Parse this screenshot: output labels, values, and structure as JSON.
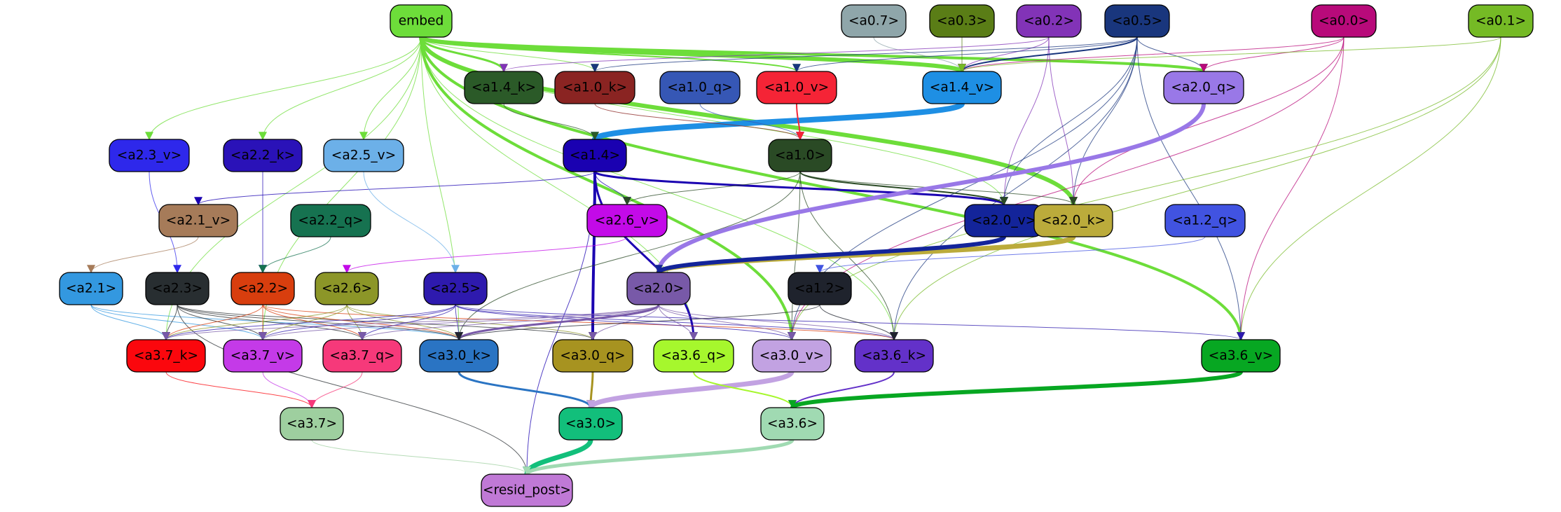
{
  "graph": {
    "nodes": [
      {
        "id": "embed",
        "label": "embed",
        "fill": "#6ddd3a",
        "text": "#000000"
      },
      {
        "id": "a0.7",
        "label": "<a0.7>",
        "fill": "#8fa6aa",
        "text": "#000000"
      },
      {
        "id": "a0.3",
        "label": "<a0.3>",
        "fill": "#5a7d16",
        "text": "#000000"
      },
      {
        "id": "a0.2",
        "label": "<a0.2>",
        "fill": "#8233b7",
        "text": "#000000"
      },
      {
        "id": "a0.5",
        "label": "<a0.5>",
        "fill": "#19367d",
        "text": "#000000"
      },
      {
        "id": "a0.0",
        "label": "<a0.0>",
        "fill": "#b80a7a",
        "text": "#000000"
      },
      {
        "id": "a0.1",
        "label": "<a0.1>",
        "fill": "#75ba25",
        "text": "#000000"
      },
      {
        "id": "a1.4_k",
        "label": "<a1.4_k>",
        "fill": "#2b5a28",
        "text": "#000000"
      },
      {
        "id": "a1.0_k",
        "label": "<a1.0_k>",
        "fill": "#8a2422",
        "text": "#000000"
      },
      {
        "id": "a1.0_q",
        "label": "<a1.0_q>",
        "fill": "#3657b5",
        "text": "#000000"
      },
      {
        "id": "a1.0_v",
        "label": "<a1.0_v>",
        "fill": "#f52436",
        "text": "#000000"
      },
      {
        "id": "a1.4_v",
        "label": "<a1.4_v>",
        "fill": "#1e8fe4",
        "text": "#000000"
      },
      {
        "id": "a2.0_q",
        "label": "<a2.0_q>",
        "fill": "#9978e7",
        "text": "#000000"
      },
      {
        "id": "a2.3_v",
        "label": "<a2.3_v>",
        "fill": "#2e28eb",
        "text": "#000000"
      },
      {
        "id": "a2.2_k",
        "label": "<a2.2_k>",
        "fill": "#2a12b8",
        "text": "#000000"
      },
      {
        "id": "a2.5_v",
        "label": "<a2.5_v>",
        "fill": "#6cb0e8",
        "text": "#000000"
      },
      {
        "id": "a1.4",
        "label": "<a1.4>",
        "fill": "#1a01b1",
        "text": "#000000"
      },
      {
        "id": "a1.0",
        "label": "<a1.0>",
        "fill": "#2a4a25",
        "text": "#000000"
      },
      {
        "id": "a2.1_v",
        "label": "<a2.1_v>",
        "fill": "#a67b59",
        "text": "#000000"
      },
      {
        "id": "a2.2_q",
        "label": "<a2.2_q>",
        "fill": "#167250",
        "text": "#000000"
      },
      {
        "id": "a2.6_v",
        "label": "<a2.6_v>",
        "fill": "#c30ae8",
        "text": "#000000"
      },
      {
        "id": "a2.0_v",
        "label": "<a2.0_v>",
        "fill": "#13249a",
        "text": "#000000"
      },
      {
        "id": "a2.0_k",
        "label": "<a2.0_k>",
        "fill": "#bbab3b",
        "text": "#000000"
      },
      {
        "id": "a1.2_q",
        "label": "<a1.2_q>",
        "fill": "#4153e1",
        "text": "#000000"
      },
      {
        "id": "a2.1",
        "label": "<a2.1>",
        "fill": "#3398e0",
        "text": "#000000"
      },
      {
        "id": "a2.3",
        "label": "<a2.3>",
        "fill": "#282e31",
        "text": "#000000"
      },
      {
        "id": "a2.2",
        "label": "<a2.2>",
        "fill": "#d83e0e",
        "text": "#000000"
      },
      {
        "id": "a2.6",
        "label": "<a2.6>",
        "fill": "#8c9628",
        "text": "#000000"
      },
      {
        "id": "a2.5",
        "label": "<a2.5>",
        "fill": "#2e1aae",
        "text": "#000000"
      },
      {
        "id": "a2.0",
        "label": "<a2.0>",
        "fill": "#7859a8",
        "text": "#000000"
      },
      {
        "id": "a1.2",
        "label": "<a1.2>",
        "fill": "#1f232d",
        "text": "#000000"
      },
      {
        "id": "a3.7_k",
        "label": "<a3.7_k>",
        "fill": "#fb070d",
        "text": "#000000"
      },
      {
        "id": "a3.7_v",
        "label": "<a3.7_v>",
        "fill": "#c43ae8",
        "text": "#000000"
      },
      {
        "id": "a3.7_q",
        "label": "<a3.7_q>",
        "fill": "#f6397a",
        "text": "#000000"
      },
      {
        "id": "a3.0_k",
        "label": "<a3.0_k>",
        "fill": "#2a74c3",
        "text": "#000000"
      },
      {
        "id": "a3.0_q",
        "label": "<a3.0_q>",
        "fill": "#a79320",
        "text": "#000000"
      },
      {
        "id": "a3.6_q",
        "label": "<a3.6_q>",
        "fill": "#a6f72d",
        "text": "#000000"
      },
      {
        "id": "a3.0_v",
        "label": "<a3.0_v>",
        "fill": "#c2a2e2",
        "text": "#000000"
      },
      {
        "id": "a3.6_k",
        "label": "<a3.6_k>",
        "fill": "#6331c9",
        "text": "#000000"
      },
      {
        "id": "a3.6_v",
        "label": "<a3.6_v>",
        "fill": "#07a722",
        "text": "#000000"
      },
      {
        "id": "a3.7",
        "label": "<a3.7>",
        "fill": "#9ecf9f",
        "text": "#000000"
      },
      {
        "id": "a3.0",
        "label": "<a3.0>",
        "fill": "#12bf7b",
        "text": "#000000"
      },
      {
        "id": "a3.6",
        "label": "<a3.6>",
        "fill": "#a0dab2",
        "text": "#000000"
      },
      {
        "id": "resid_post",
        "label": "<resid_post>",
        "fill": "#c079d6",
        "text": "#000000"
      }
    ],
    "edges": [
      {
        "from": "embed",
        "to": "a1.4_v",
        "color": "#6ddd3a",
        "weight": 6
      },
      {
        "from": "embed",
        "to": "a2.0_k",
        "color": "#6ddd3a",
        "weight": 6
      },
      {
        "from": "embed",
        "to": "a2.0_q",
        "color": "#6ddd3a",
        "weight": 4
      },
      {
        "from": "embed",
        "to": "a3.6_v",
        "color": "#6ddd3a",
        "weight": 4
      },
      {
        "from": "embed",
        "to": "a3.0_v",
        "color": "#6ddd3a",
        "weight": 4
      },
      {
        "from": "embed",
        "to": "a1.4_k",
        "color": "#6ddd3a",
        "weight": 3
      },
      {
        "from": "embed",
        "to": "a1.0_v",
        "color": "#6ddd3a",
        "weight": 2
      },
      {
        "from": "embed",
        "to": "a1.0_k",
        "color": "#6ddd3a",
        "weight": 1
      },
      {
        "from": "embed",
        "to": "a2.3_v",
        "color": "#6ddd3a",
        "weight": 1
      },
      {
        "from": "embed",
        "to": "a2.2_k",
        "color": "#6ddd3a",
        "weight": 1
      },
      {
        "from": "embed",
        "to": "a2.5_v",
        "color": "#6ddd3a",
        "weight": 1
      },
      {
        "from": "embed",
        "to": "a2.0_v",
        "color": "#6ddd3a",
        "weight": 1
      },
      {
        "from": "embed",
        "to": "a3.6_k",
        "color": "#6ddd3a",
        "weight": 1
      },
      {
        "from": "embed",
        "to": "a3.0_k",
        "color": "#6ddd3a",
        "weight": 1
      },
      {
        "from": "embed",
        "to": "a3.7_k",
        "color": "#6ddd3a",
        "weight": 1
      },
      {
        "from": "embed",
        "to": "a3.7_v",
        "color": "#6ddd3a",
        "weight": 1
      },
      {
        "from": "embed",
        "to": "a3.6_q",
        "color": "#6ddd3a",
        "weight": 1
      },
      {
        "from": "a0.7",
        "to": "a1.4_v",
        "color": "#8fa6aa",
        "weight": 1
      },
      {
        "from": "a0.3",
        "to": "a1.4_v",
        "color": "#5a7d16",
        "weight": 1
      },
      {
        "from": "a0.2",
        "to": "a1.4_v",
        "color": "#8233b7",
        "weight": 1
      },
      {
        "from": "a0.2",
        "to": "a1.4_k",
        "color": "#8233b7",
        "weight": 1
      },
      {
        "from": "a0.2",
        "to": "a2.0_v",
        "color": "#8233b7",
        "weight": 1
      },
      {
        "from": "a0.2",
        "to": "a2.0_k",
        "color": "#8233b7",
        "weight": 1
      },
      {
        "from": "a0.5",
        "to": "a1.4_v",
        "color": "#19367d",
        "weight": 2
      },
      {
        "from": "a0.5",
        "to": "a1.0_v",
        "color": "#19367d",
        "weight": 1
      },
      {
        "from": "a0.5",
        "to": "a1.0_k",
        "color": "#19367d",
        "weight": 1
      },
      {
        "from": "a0.5",
        "to": "a2.0_q",
        "color": "#19367d",
        "weight": 1
      },
      {
        "from": "a0.5",
        "to": "a2.0_v",
        "color": "#19367d",
        "weight": 1
      },
      {
        "from": "a0.5",
        "to": "a2.0_k",
        "color": "#19367d",
        "weight": 1
      },
      {
        "from": "a0.5",
        "to": "a3.6_v",
        "color": "#19367d",
        "weight": 1
      },
      {
        "from": "a0.5",
        "to": "a3.6_k",
        "color": "#19367d",
        "weight": 1
      },
      {
        "from": "a0.5",
        "to": "a3.0_v",
        "color": "#19367d",
        "weight": 1
      },
      {
        "from": "a0.0",
        "to": "a1.4_v",
        "color": "#b80a7a",
        "weight": 1
      },
      {
        "from": "a0.0",
        "to": "a2.0_q",
        "color": "#b80a7a",
        "weight": 1
      },
      {
        "from": "a0.0",
        "to": "a2.0_k",
        "color": "#b80a7a",
        "weight": 1
      },
      {
        "from": "a0.0",
        "to": "a3.6_v",
        "color": "#b80a7a",
        "weight": 1
      },
      {
        "from": "a0.0",
        "to": "a3.0_v",
        "color": "#b80a7a",
        "weight": 1
      },
      {
        "from": "a0.1",
        "to": "a1.4_v",
        "color": "#75ba25",
        "weight": 1
      },
      {
        "from": "a0.1",
        "to": "a3.6_v",
        "color": "#75ba25",
        "weight": 1
      },
      {
        "from": "a0.1",
        "to": "a3.6_k",
        "color": "#75ba25",
        "weight": 1
      },
      {
        "from": "a0.1",
        "to": "a3.0_v",
        "color": "#75ba25",
        "weight": 1
      },
      {
        "from": "a1.4_v",
        "to": "a1.4",
        "color": "#1e8fe4",
        "weight": 8
      },
      {
        "from": "a1.4_k",
        "to": "a1.4",
        "color": "#2b5a28",
        "weight": 1
      },
      {
        "from": "a1.0_k",
        "to": "a1.0",
        "color": "#8a2422",
        "weight": 1
      },
      {
        "from": "a1.0_q",
        "to": "a1.0",
        "color": "#3657b5",
        "weight": 1
      },
      {
        "from": "a1.0_v",
        "to": "a1.0",
        "color": "#f52436",
        "weight": 2
      },
      {
        "from": "a1.4",
        "to": "a2.0_v",
        "color": "#1a01b1",
        "weight": 3
      },
      {
        "from": "a1.4",
        "to": "a3.0_q",
        "color": "#1a01b1",
        "weight": 4
      },
      {
        "from": "a1.4",
        "to": "a3.6_q",
        "color": "#1a01b1",
        "weight": 3
      },
      {
        "from": "a1.4",
        "to": "a2.6_v",
        "color": "#1a01b1",
        "weight": 1
      },
      {
        "from": "a1.4",
        "to": "a2.1_v",
        "color": "#1a01b1",
        "weight": 1
      },
      {
        "from": "a1.4",
        "to": "resid_post",
        "color": "#1a01b1",
        "weight": 1
      },
      {
        "from": "a1.0",
        "to": "a2.0_v",
        "color": "#2a4a25",
        "weight": 2
      },
      {
        "from": "a1.0",
        "to": "a2.0_k",
        "color": "#2a4a25",
        "weight": 1
      },
      {
        "from": "a1.0",
        "to": "a2.6_v",
        "color": "#2a4a25",
        "weight": 1
      },
      {
        "from": "a1.0",
        "to": "a3.6_k",
        "color": "#2a4a25",
        "weight": 1
      },
      {
        "from": "a1.0",
        "to": "a3.0_v",
        "color": "#2a4a25",
        "weight": 1
      },
      {
        "from": "a1.0",
        "to": "a3.0_k",
        "color": "#2a4a25",
        "weight": 1
      },
      {
        "from": "a2.0_q",
        "to": "a2.0",
        "color": "#9978e7",
        "weight": 6
      },
      {
        "from": "a2.0_k",
        "to": "a2.0",
        "color": "#bbab3b",
        "weight": 7
      },
      {
        "from": "a2.0_v",
        "to": "a2.0",
        "color": "#13249a",
        "weight": 6
      },
      {
        "from": "a1.2_q",
        "to": "a1.2",
        "color": "#4153e1",
        "weight": 1
      },
      {
        "from": "a2.3_v",
        "to": "a2.3",
        "color": "#2e28eb",
        "weight": 1
      },
      {
        "from": "a2.2_k",
        "to": "a2.2",
        "color": "#2a12b8",
        "weight": 1
      },
      {
        "from": "a2.5_v",
        "to": "a2.5",
        "color": "#6cb0e8",
        "weight": 1
      },
      {
        "from": "a2.1_v",
        "to": "a2.1",
        "color": "#a67b59",
        "weight": 1
      },
      {
        "from": "a2.2_q",
        "to": "a2.2",
        "color": "#167250",
        "weight": 1
      },
      {
        "from": "a2.6_v",
        "to": "a2.6",
        "color": "#c30ae8",
        "weight": 1
      },
      {
        "from": "a2.1",
        "to": "a3.7_k",
        "color": "#3398e0",
        "weight": 1
      },
      {
        "from": "a2.1",
        "to": "a3.7_v",
        "color": "#3398e0",
        "weight": 1
      },
      {
        "from": "a2.1",
        "to": "a3.0_k",
        "color": "#3398e0",
        "weight": 1
      },
      {
        "from": "a2.3",
        "to": "a3.7_k",
        "color": "#282e31",
        "weight": 1
      },
      {
        "from": "a2.3",
        "to": "a3.7_v",
        "color": "#282e31",
        "weight": 1
      },
      {
        "from": "a2.3",
        "to": "a3.7_q",
        "color": "#282e31",
        "weight": 1
      },
      {
        "from": "a2.3",
        "to": "a3.0_k",
        "color": "#282e31",
        "weight": 1
      },
      {
        "from": "a2.3",
        "to": "a3.0_q",
        "color": "#282e31",
        "weight": 1
      },
      {
        "from": "a2.3",
        "to": "resid_post",
        "color": "#282e31",
        "weight": 1
      },
      {
        "from": "a2.2",
        "to": "a3.7_k",
        "color": "#d83e0e",
        "weight": 1
      },
      {
        "from": "a2.2",
        "to": "a3.7_v",
        "color": "#d83e0e",
        "weight": 1
      },
      {
        "from": "a2.2",
        "to": "a3.7_q",
        "color": "#d83e0e",
        "weight": 1
      },
      {
        "from": "a2.2",
        "to": "a3.0_k",
        "color": "#d83e0e",
        "weight": 1
      },
      {
        "from": "a2.2",
        "to": "a3.6_k",
        "color": "#d83e0e",
        "weight": 1
      },
      {
        "from": "a2.6",
        "to": "a3.7_k",
        "color": "#8c9628",
        "weight": 1
      },
      {
        "from": "a2.6",
        "to": "a3.7_v",
        "color": "#8c9628",
        "weight": 1
      },
      {
        "from": "a2.6",
        "to": "a3.7_q",
        "color": "#8c9628",
        "weight": 1
      },
      {
        "from": "a2.6",
        "to": "a3.0_k",
        "color": "#8c9628",
        "weight": 1
      },
      {
        "from": "a2.6",
        "to": "a3.0_q",
        "color": "#8c9628",
        "weight": 1
      },
      {
        "from": "a2.5",
        "to": "a3.7_k",
        "color": "#2e1aae",
        "weight": 1
      },
      {
        "from": "a2.5",
        "to": "a3.7_v",
        "color": "#2e1aae",
        "weight": 1
      },
      {
        "from": "a2.5",
        "to": "a3.7_q",
        "color": "#2e1aae",
        "weight": 1
      },
      {
        "from": "a2.5",
        "to": "a3.0_k",
        "color": "#2e1aae",
        "weight": 1
      },
      {
        "from": "a2.5",
        "to": "a3.6_k",
        "color": "#2e1aae",
        "weight": 1
      },
      {
        "from": "a2.5",
        "to": "a3.6_v",
        "color": "#2e1aae",
        "weight": 1
      },
      {
        "from": "a2.5",
        "to": "a3.0_v",
        "color": "#2e1aae",
        "weight": 1
      },
      {
        "from": "a2.0",
        "to": "a3.0_k",
        "color": "#7859a8",
        "weight": 3
      },
      {
        "from": "a2.0",
        "to": "a3.0_q",
        "color": "#7859a8",
        "weight": 1
      },
      {
        "from": "a2.0",
        "to": "a3.6_q",
        "color": "#7859a8",
        "weight": 1
      },
      {
        "from": "a2.0",
        "to": "a3.0_v",
        "color": "#7859a8",
        "weight": 1
      },
      {
        "from": "a2.0",
        "to": "a3.6_k",
        "color": "#7859a8",
        "weight": 1
      },
      {
        "from": "a2.0",
        "to": "a3.7_k",
        "color": "#7859a8",
        "weight": 1
      },
      {
        "from": "a2.0",
        "to": "a3.7_v",
        "color": "#7859a8",
        "weight": 1
      },
      {
        "from": "a2.0",
        "to": "a3.7_q",
        "color": "#7859a8",
        "weight": 1
      },
      {
        "from": "a1.2",
        "to": "a3.6_k",
        "color": "#1f232d",
        "weight": 1
      },
      {
        "from": "a1.2",
        "to": "a3.0_k",
        "color": "#1f232d",
        "weight": 1
      },
      {
        "from": "a3.7_k",
        "to": "a3.7",
        "color": "#fb070d",
        "weight": 1
      },
      {
        "from": "a3.7_v",
        "to": "a3.7",
        "color": "#c43ae8",
        "weight": 1
      },
      {
        "from": "a3.7_q",
        "to": "a3.7",
        "color": "#f6397a",
        "weight": 1
      },
      {
        "from": "a3.0_k",
        "to": "a3.0",
        "color": "#2a74c3",
        "weight": 3
      },
      {
        "from": "a3.0_q",
        "to": "a3.0",
        "color": "#a79320",
        "weight": 3
      },
      {
        "from": "a3.0_v",
        "to": "a3.0",
        "color": "#c2a2e2",
        "weight": 7
      },
      {
        "from": "a3.6_q",
        "to": "a3.6",
        "color": "#a6f72d",
        "weight": 2
      },
      {
        "from": "a3.6_k",
        "to": "a3.6",
        "color": "#6331c9",
        "weight": 2
      },
      {
        "from": "a3.6_v",
        "to": "a3.6",
        "color": "#07a722",
        "weight": 6
      },
      {
        "from": "a3.7",
        "to": "resid_post",
        "color": "#9ecf9f",
        "weight": 1
      },
      {
        "from": "a3.0",
        "to": "resid_post",
        "color": "#12bf7b",
        "weight": 7
      },
      {
        "from": "a3.6",
        "to": "resid_post",
        "color": "#a0dab2",
        "weight": 5
      }
    ]
  }
}
